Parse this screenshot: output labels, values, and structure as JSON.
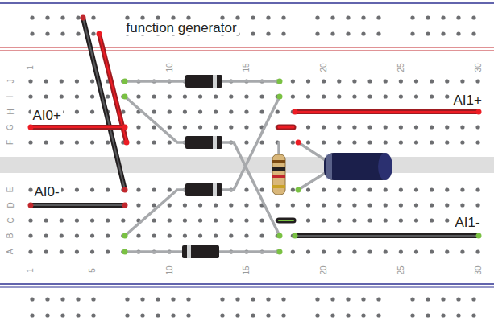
{
  "diagram": {
    "labels": [
      "function generator",
      "AI0+",
      "AI0-",
      "AI1+",
      "AI1-",
      "1",
      "10",
      "15",
      "20",
      "25",
      "30",
      "1",
      "5",
      "10",
      "15",
      "20",
      "25",
      "30",
      "J",
      "I",
      "H",
      "G",
      "F",
      "E",
      "D",
      "C",
      "B",
      "A"
    ]
  }
}
